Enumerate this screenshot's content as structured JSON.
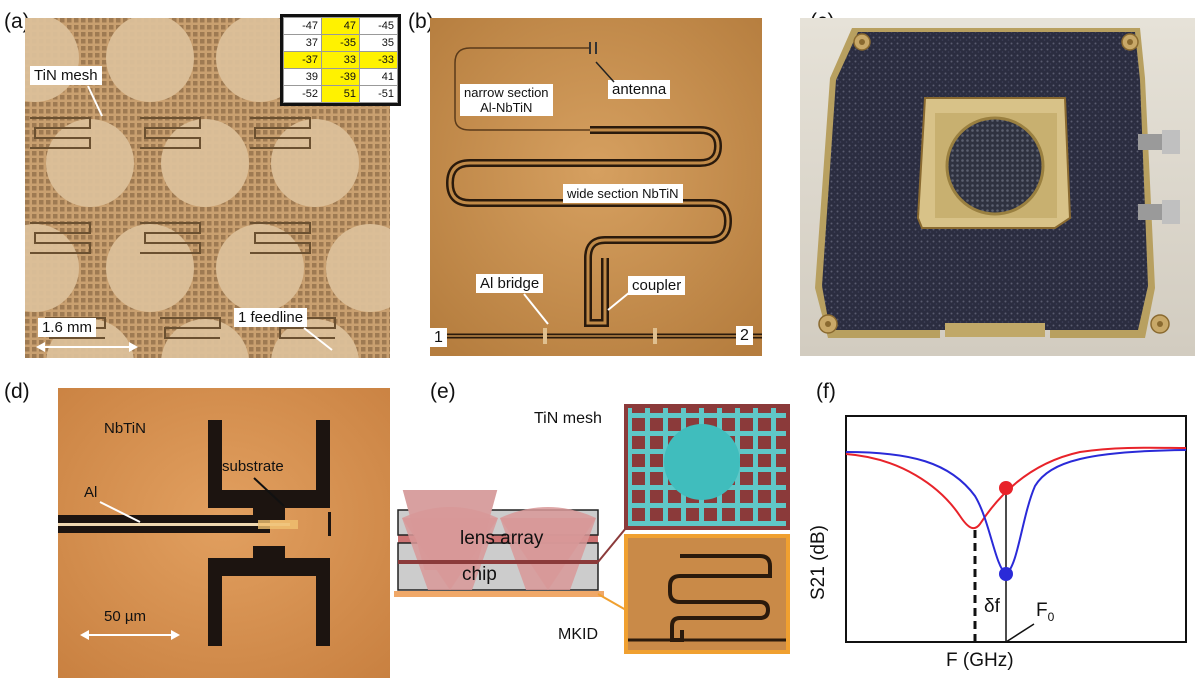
{
  "panels": {
    "a": {
      "letter": "(a)",
      "labels": {
        "mesh": "TiN mesh",
        "scale": "1.6 mm",
        "feedline": "1 feedline"
      },
      "inset_table": [
        [
          "-47",
          "47",
          "-45"
        ],
        [
          "37",
          "-35",
          "35"
        ],
        [
          "-37",
          "33",
          "-33"
        ],
        [
          "39",
          "-39",
          "41"
        ],
        [
          "-52",
          "51",
          "-51"
        ]
      ],
      "highlight_color": "#fff200"
    },
    "b": {
      "letter": "(b)",
      "labels": {
        "narrow_l1": "narrow section",
        "narrow_l2": "Al-NbTiN",
        "antenna": "antenna",
        "wide": "wide section NbTiN",
        "bridge": "Al bridge",
        "coupler": "coupler",
        "port1": "1",
        "port2": "2"
      }
    },
    "c": {
      "letter": "(c)"
    },
    "d": {
      "letter": "(d)",
      "labels": {
        "nbtin": "NbTiN",
        "substrate": "substrate",
        "al": "Al",
        "scale": "50 µm"
      }
    },
    "e": {
      "letter": "(e)",
      "labels": {
        "mesh": "TiN mesh",
        "lens": "lens array",
        "chip": "chip",
        "mkid": "MKID"
      },
      "colors": {
        "mesh_bg": "#8b3a3a",
        "mesh_grid": "#5fc7c7",
        "lens": "#d8a0a0",
        "mkid_frame": "#f0a030"
      }
    },
    "f": {
      "letter": "(f)",
      "ylabel": "S21  (dB)",
      "xlabel": "F  (GHz)",
      "df": "δf",
      "f0": "F",
      "f0_sub": "0",
      "colors": {
        "red": "#e8232a",
        "blue": "#2a2ad8"
      }
    }
  }
}
